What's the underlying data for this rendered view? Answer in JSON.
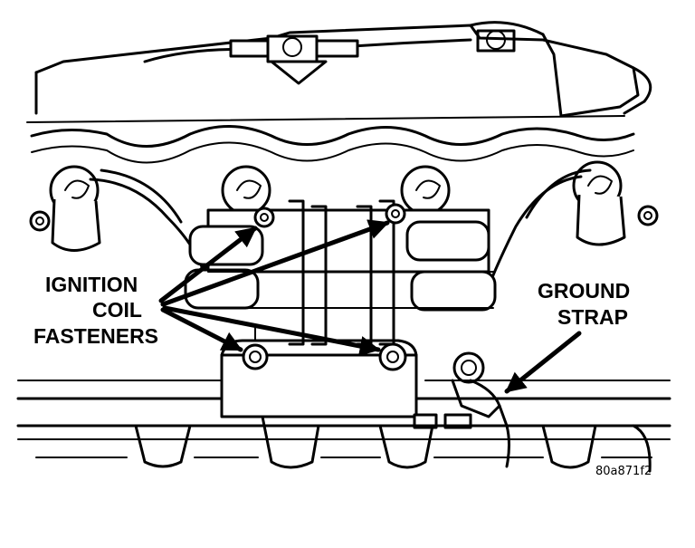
{
  "labels": {
    "ignition_line1": "IGNITION",
    "ignition_line2": "COIL",
    "ignition_line3": "FASTENERS",
    "ground_line1": "GROUND",
    "ground_line2": "STRAP"
  },
  "figure_id": "80a871f2"
}
